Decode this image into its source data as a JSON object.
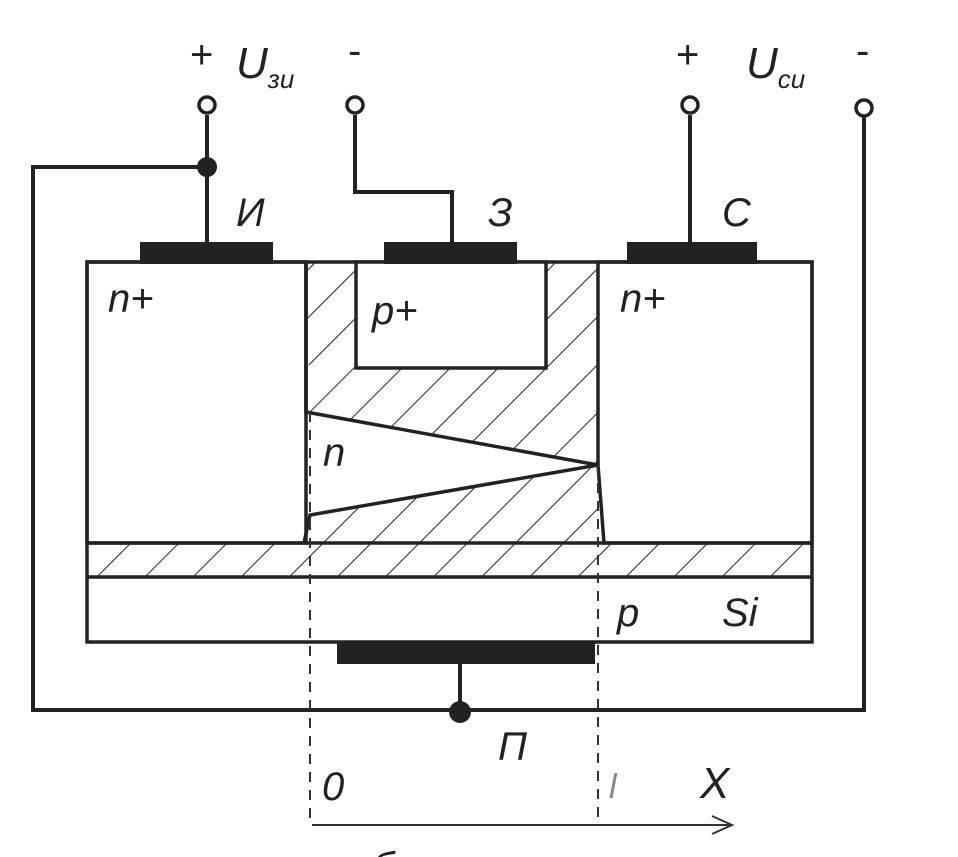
{
  "terminals": {
    "gate_source": {
      "plus": "+",
      "symbol": "U",
      "subscript": "зи",
      "minus": "-"
    },
    "drain_source": {
      "plus": "+",
      "symbol": "U",
      "subscript": "си",
      "minus": "-"
    }
  },
  "electrodes": {
    "source": "И",
    "gate": "З",
    "drain": "С",
    "substrate": "П"
  },
  "regions": {
    "source_region": "n+",
    "gate_region": "p+",
    "channel": "n",
    "drain_region": "n+",
    "substrate_type": "p",
    "substrate_material": "Si"
  },
  "axis": {
    "origin": "0",
    "end_mark": "l",
    "label": "X"
  },
  "caption": "б"
}
